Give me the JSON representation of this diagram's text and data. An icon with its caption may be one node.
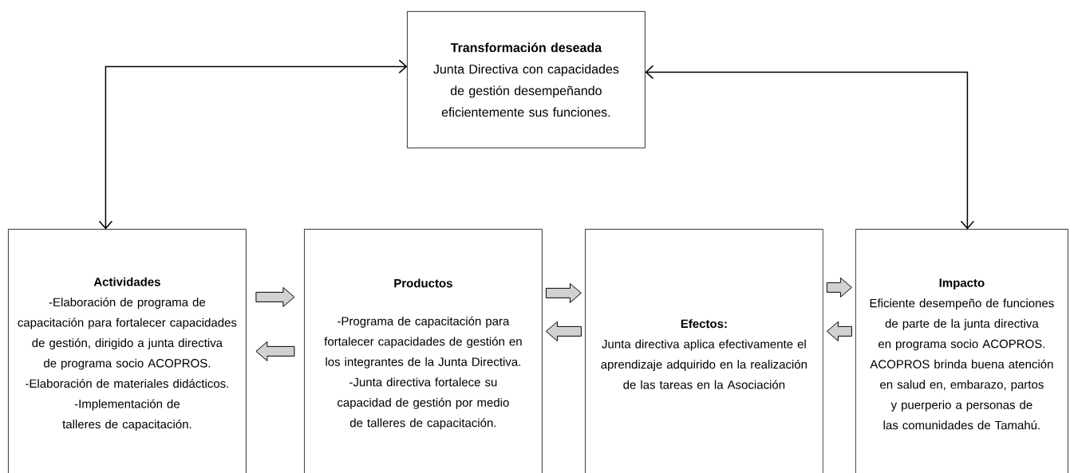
{
  "diagram": {
    "nodes": [
      {
        "text": [
          "Transformación deseada",
          "Junta Directiva con capacidades de gestión desempeñando eficientemente sus funciones."
        ]
      },
      {
        "text": [
          "Actividades",
          "-Elaboración de programa de capacitación para fortalecer capacidades de gestión, dirigido a junta directiva de programa socio ACOPROS.",
          "-Elaboración de materiales didácticos.",
          "-Implementación de talleres de capacitación."
        ]
      },
      {
        "text": [
          "Productos",
          "-Programa de capacitación para fortalecer capacidades de gestión en los integrantes de la Junta Directiva.",
          "-Junta directiva fortalece su capacidad de gestión por medio de talleres de capacitación."
        ]
      },
      {
        "text": [
          "Efectos:",
          "Junta directiva aplica efectivamente el aprendizaje adquirido en la realización de las tareas en la Asociación"
        ]
      },
      {
        "text": [
          "Impacto",
          "Eficiente desempeño de funciones de parte de la junta directiva en programa socio ACOPROS. ACOPROS brinda buena atención en salud en, embarazo, partos y puerperio a personas de las comunidades de Tamahú."
        ]
      }
    ],
    "edges": [
      {
        "from": 1,
        "to": 0,
        "arrow": "both"
      },
      {
        "from": 4,
        "to": 0,
        "arrow": "both"
      },
      {
        "from": 1,
        "to": 2,
        "arrow": "to"
      },
      {
        "from": 2,
        "to": 1,
        "arrow": "to"
      },
      {
        "from": 2,
        "to": 3,
        "arrow": "to"
      },
      {
        "from": 3,
        "to": 2,
        "arrow": "to"
      },
      {
        "from": 3,
        "to": 4,
        "arrow": "to"
      },
      {
        "from": 4,
        "to": 3,
        "arrow": "to"
      }
    ]
  }
}
